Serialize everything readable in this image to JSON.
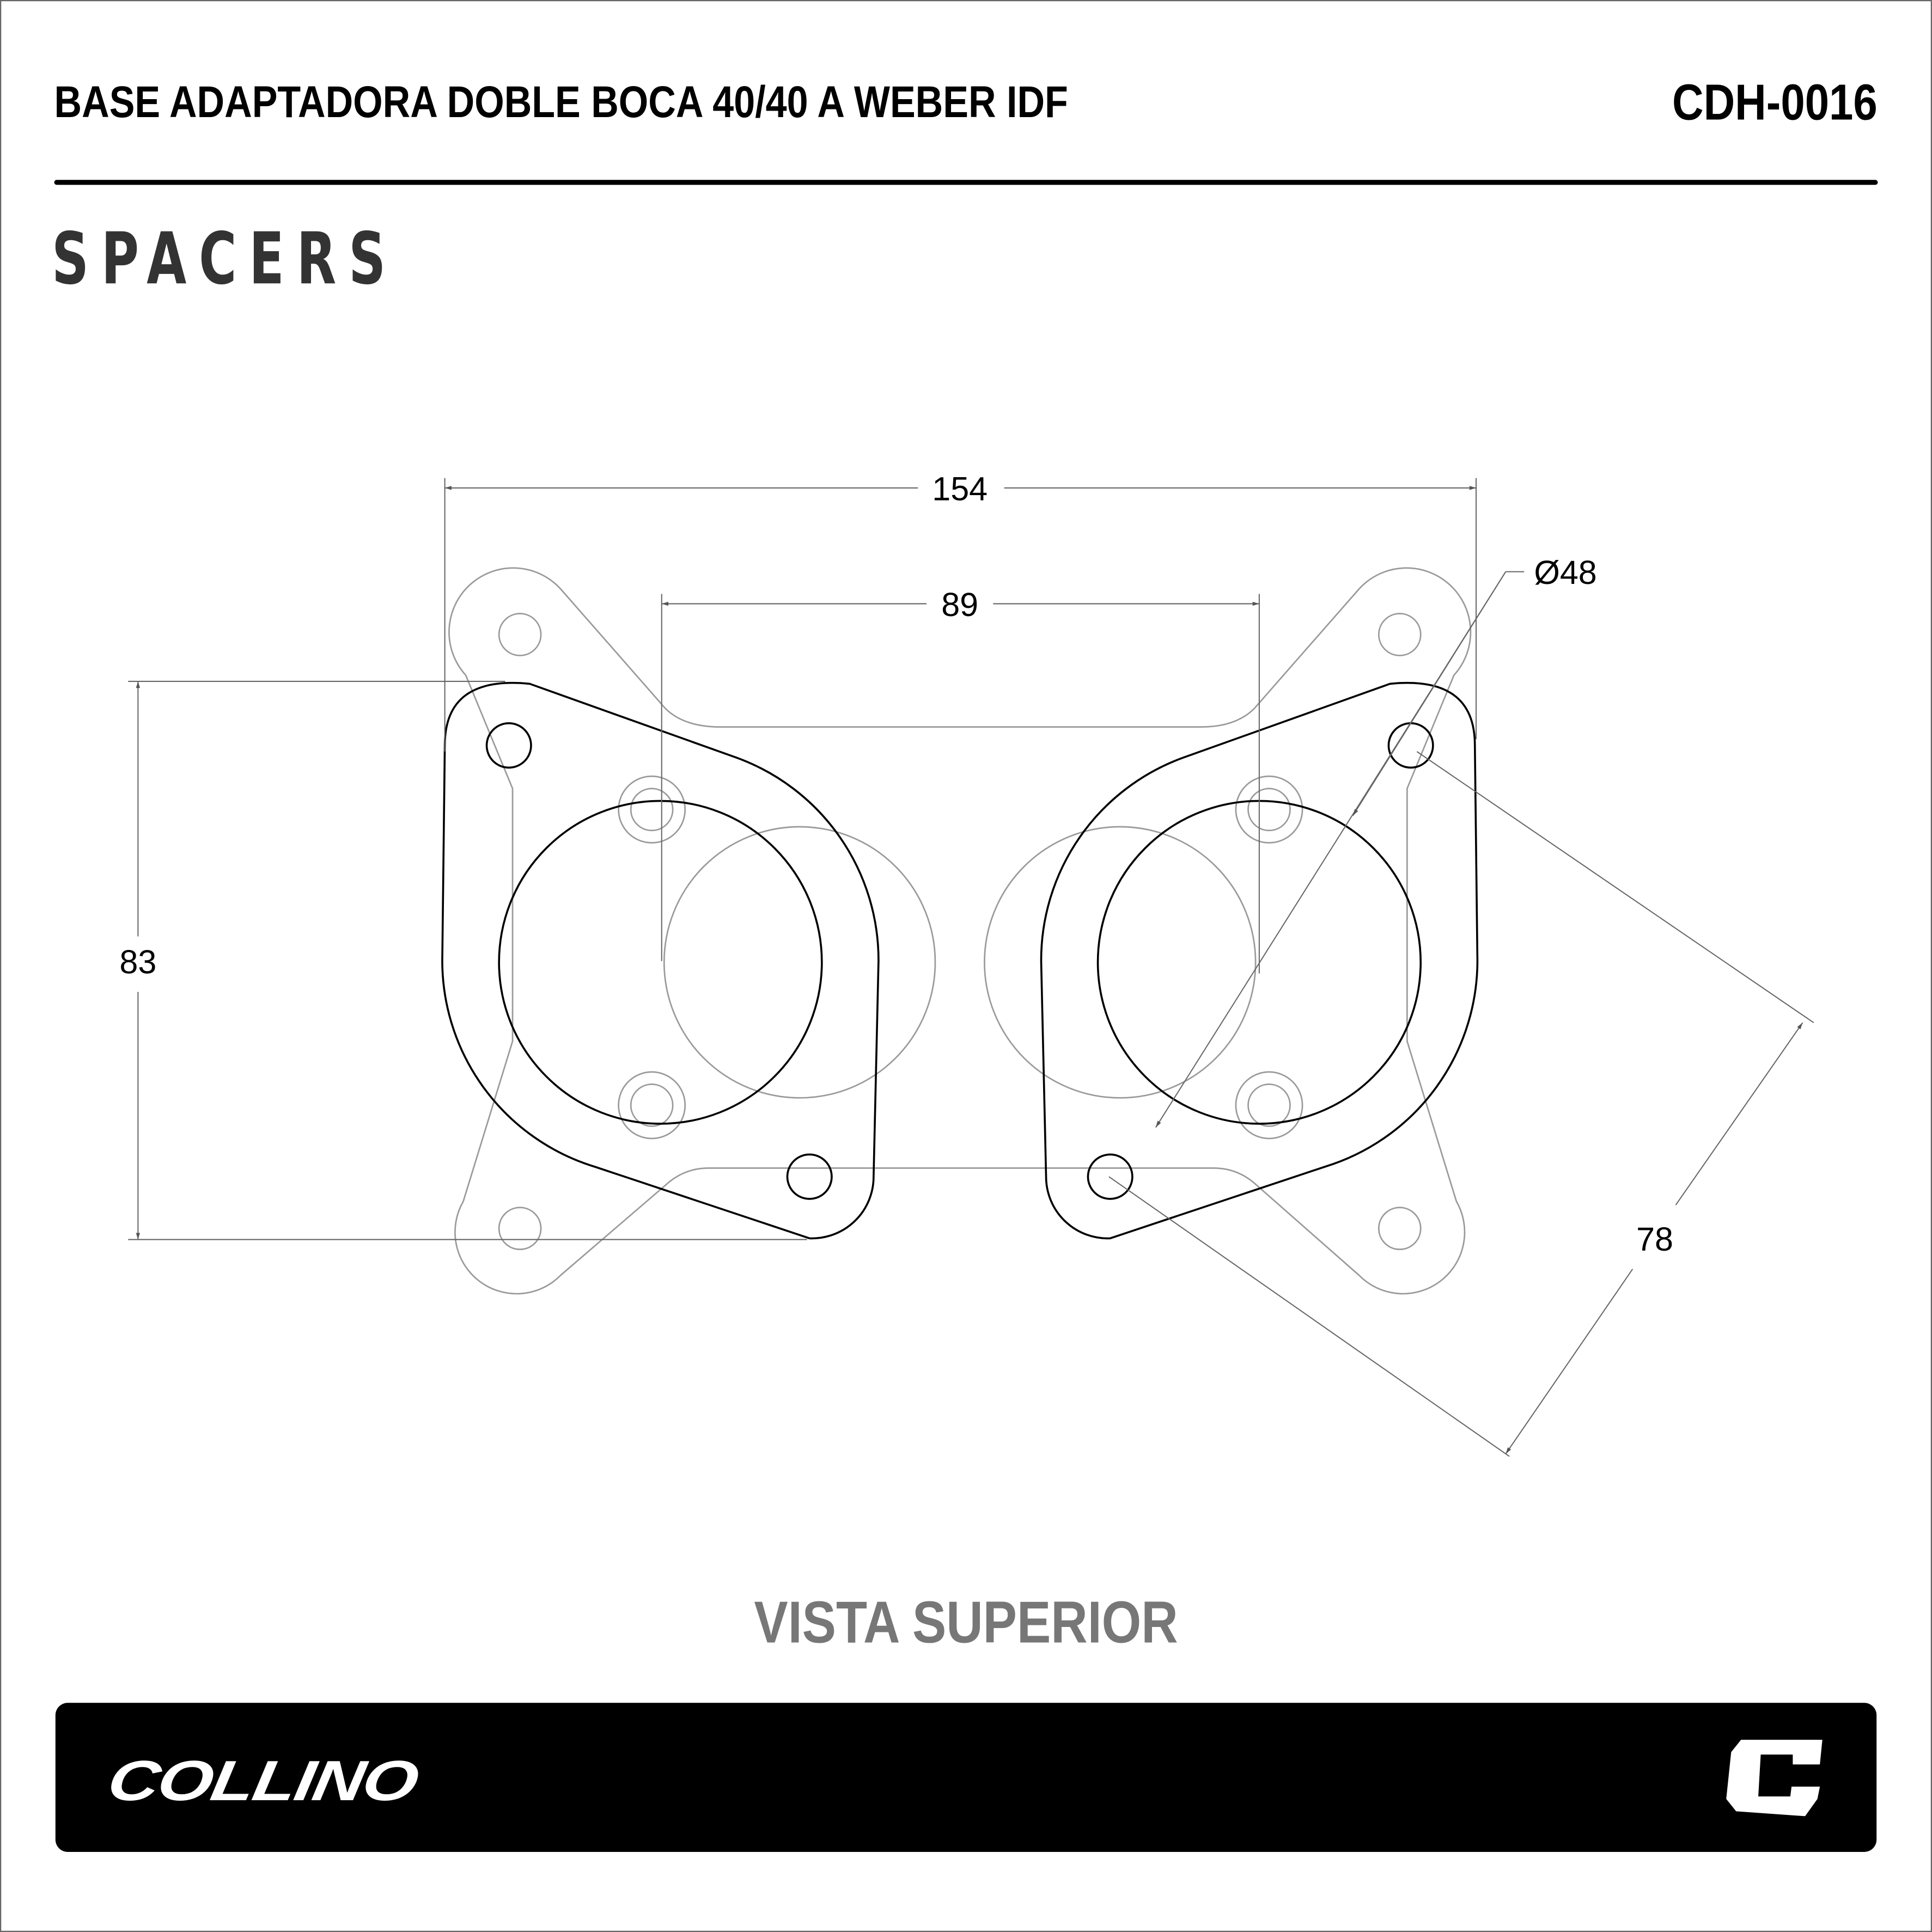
{
  "header": {
    "title": "BASE ADAPTADORA DOBLE BOCA 40/40 A WEBER IDF",
    "code": "CDH-0016"
  },
  "category": "SPACERS",
  "dimensions": {
    "overall_width": "154",
    "bore_spacing": "89",
    "height": "83",
    "bore_diameter": "Ø48",
    "diagonal": "78"
  },
  "view_label": "VISTA SUPERIOR",
  "footer": {
    "brand": "COLLINO",
    "icon": "collino-c-logo-icon"
  },
  "colors": {
    "outline": "#000000",
    "reference_outline": "#9a9a9a",
    "footer_bg": "#000000",
    "view_label": "#777777"
  }
}
